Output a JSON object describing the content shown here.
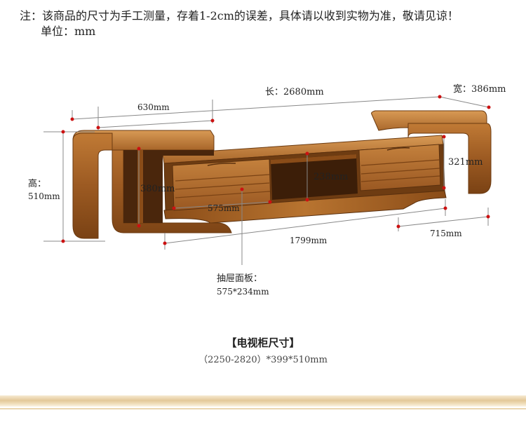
{
  "note": {
    "line1": "注：该商品的尺寸为手工测量，存着1-2cm的误差，具体请以收到实物为准，敬请见谅！",
    "line2": "单位：mm"
  },
  "dimensions": {
    "length": "长：2680mm",
    "width": "宽：386mm",
    "top_left": "630mm",
    "height_label": "高：",
    "height_value": "510mm",
    "inner_height": "380mm",
    "middle_height": "238mm",
    "right_height": "321mm",
    "drawer_width": "575mm",
    "base_length": "1799mm",
    "right_length": "715mm",
    "drawer_panel_title": "抽屉面板：",
    "drawer_panel_value": "575*234mm"
  },
  "caption": {
    "title": "【电视柜尺寸】",
    "subtitle": "（2250-2820）*399*510mm"
  },
  "colors": {
    "wood_dark": "#7a4514",
    "wood_mid": "#a8662a",
    "wood_light": "#c98a45",
    "dimension_line": "#888888",
    "marker": "#cc1111"
  }
}
